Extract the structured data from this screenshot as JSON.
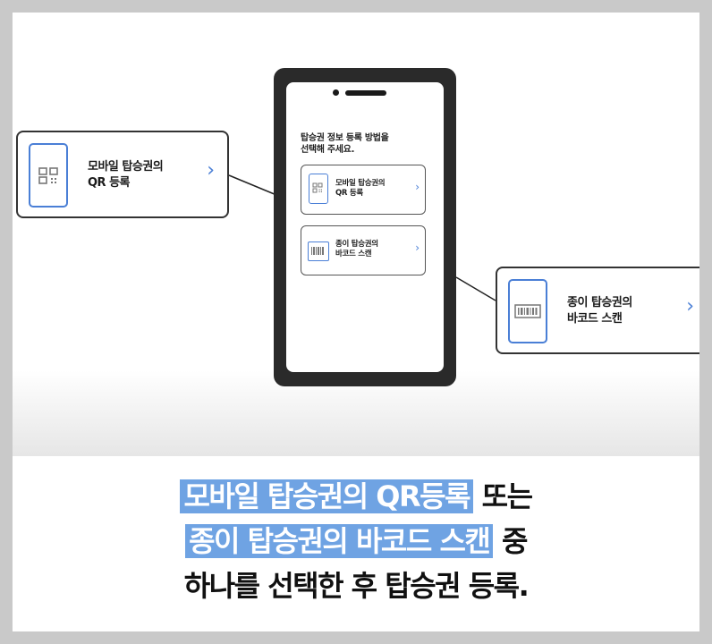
{
  "phone": {
    "prompt": [
      "탑승권 정보 등록 방법을",
      "선택해 주세요."
    ],
    "options": [
      {
        "lines": [
          "모바일 탑승권의",
          "QR 등록"
        ],
        "icon": "qr-code-icon"
      },
      {
        "lines": [
          "종이 탑승권의",
          "바코드 스캔"
        ],
        "icon": "barcode-icon"
      }
    ]
  },
  "callouts": {
    "left": {
      "lines": [
        "모바일 탑승권의",
        "QR 등록"
      ],
      "icon": "qr-code-icon"
    },
    "right": {
      "lines": [
        "종이 탑승권의",
        "바코드 스캔"
      ],
      "icon": "barcode-icon"
    }
  },
  "chevron": "›",
  "caption": {
    "line1_highlight": "모바일 탑승권의 QR등록",
    "line1_rest": " 또는",
    "line2_highlight": "종이 탑승권의 바코드 스캔",
    "line2_rest": " 중",
    "line3": "하나를 선택한 후 탑승권 등록."
  },
  "colors": {
    "accent": "#4a7fd6",
    "highlight": "#6fa3e3",
    "phone_body": "#2a2a2a"
  }
}
